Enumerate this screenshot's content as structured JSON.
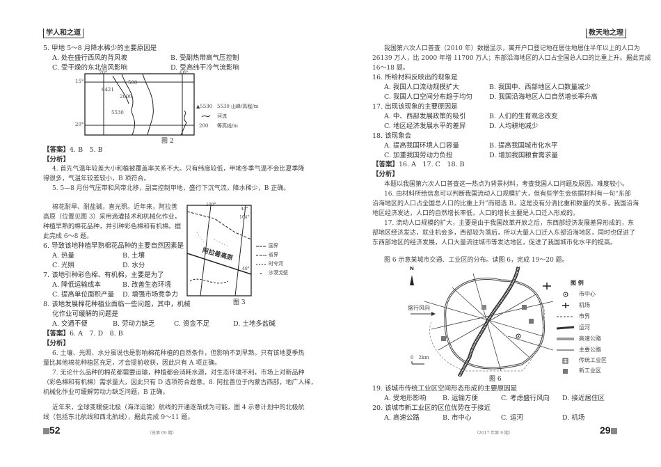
{
  "left": {
    "header": "学人和之道",
    "q5": {
      "stem": "5. 甲地 5～8 月降水稀少的主要原因是",
      "a": "A. 处在盛行西风的背风坡",
      "b": "B. 受副热带高气压控制",
      "c": "C. 受干燥的东北信风影响",
      "d": "D. 受高纬干冷气流影响"
    },
    "fig2": {
      "caption": "图 2",
      "lon1": "70°",
      "lon2": "60°",
      "lat1": "15°",
      "lat2": "20°",
      "peak1": "6421",
      "peak2": "5530",
      "c1": "500",
      "c2": "2000",
      "c3": "200",
      "legend": [
        "5530 山峰/高程/m",
        "河流",
        "等高线/m"
      ],
      "legend_peak": "▲5530",
      "legend_c": "200"
    },
    "ans1": {
      "label": "【答案】",
      "text": "4. B　5. B"
    },
    "ana1": {
      "label": "【分析】",
      "lines": [
        "4. 首先气温年较差大小和植被覆盖率关系不大。只有纬度较低，甲地冬季气温不会比夏季降",
        "得很多，气温年较差较小，B 项符合。",
        "5. 5—8 月份气压带和风带北移，副高控制甲地，盛行下沉气流，降水稀少，B 正确。"
      ]
    },
    "passage2": [
      "棉花耐旱、耐盐碱，喜光照。近年来，阿拉善",
      "高原（位置见图 3）采用滴灌技术和机械化作业，",
      "种植早熟的棉花品种，并引种彩色棉和有机棉。据",
      "此完成 6～8 题。"
    ],
    "fig3": {
      "caption": "图 3",
      "lon1": "100°",
      "lon2": "104°",
      "lat1": "44°",
      "lat2": "40°",
      "region": "阿拉善高原",
      "legend": [
        "国界",
        "省界",
        "时令河",
        "沙漠戈壁"
      ]
    },
    "q6": {
      "stem": "6. 导致该地种植早熟棉花品种的主要自然因素是",
      "a": "A. 热量",
      "b": "B. 土壤",
      "c": "C. 光照",
      "d": "D. 水分"
    },
    "q7": {
      "stem": "7. 该地引种彩色棉、有机棉，主要是为了",
      "a": "A. 降低运输成本",
      "b": "B. 改善生态环境",
      "c": "C. 提高单位面积产量",
      "d": "D. 增强市场竞争力"
    },
    "q8": {
      "stem1": "8. 该地发展棉花种植业面临一些问题，其中，机械",
      "stem2": "化作业可缓解的问题是",
      "a": "A. 交通不便",
      "b": "B. 劳动力缺乏",
      "c": "C. 资金不足",
      "d": "D. 土地多盐碱"
    },
    "ans2": {
      "label": "【答案】",
      "text": "6. A　7. D　8. B"
    },
    "ana2": {
      "label": "【分析】",
      "lines": [
        "6. 土壤、光照、水分虽说也是影响棉花种植的自然条件，但影响不到早熟。只有该地夏季热",
        "量比其他棉花种植区充足，才会提前收获，因此只有 A 项正确。",
        "7. 无论什么品种的棉花都需要运输，种植都会消耗水源，对生态环境不利，市场上对新品种",
        "（彩色棉和有机棉）需求量大，因此只有 D 选项符合题意。8. 阿拉善位于内蒙古西部，地广人稀，",
        "机械化作业可缓解劳动力缺乏问题，B 正确。"
      ]
    },
    "passage3": [
      "近年来，全球变暖使北极（海洋运输）航线的开通逐渐成为可能。图 4 示意计划中的北极航",
      "线（包括东北航线和西北航线），据此完成 9～11 题。"
    ],
    "page_number": "52",
    "footer": "（总第 09 期）"
  },
  "right": {
    "header": "教天地之理",
    "intro": [
      "我国第六次人口普查（2010 年）数据显示，离开户口登记地在居住地居住半年以上的人口为",
      "26139 万人，比 2000 年增 11700 万人；东部沿海地区的人口占全国总人口的比重上升。据此完成",
      "16～18 题。"
    ],
    "q16": {
      "stem": "16. 所给材料反映出的现象是",
      "a": "A. 我国人口流动规模扩大",
      "b": "B. 我国中、西部地区人口数量减少",
      "c": "C. 我国人口空间分布趋于均匀",
      "d": "D. 我国沿海地区人口自然增长率升高"
    },
    "q17": {
      "stem": "17. 出现该现象的主要原因是",
      "a": "A. 中、西部发展政策的吸引",
      "b": "B. 人们的生育观念改变",
      "c": "C. 地区经济发展水平的差异",
      "d": "D. 人均耕地减少"
    },
    "q18": {
      "stem": "18. 该现象会",
      "a": "A. 提高我国环境人口容量",
      "b": "B. 提高我国城市化水平",
      "c": "C. 加重我国劳动力负担",
      "d": "D. 增加我国粮食需求量"
    },
    "ans": {
      "label": "【答案】",
      "text": "16. A　17. C　18. B"
    },
    "ana": {
      "label": "【分析】",
      "lines": [
        "本题以我国第六次人口普查这一热点为背景材料，考查我国人口问题及原因。难度较小。",
        "16. 由材料所给信息可以判断我国流动人口规模扩大，但有些学生会依据材料有一句“东部",
        "沿海地区的人口占全国总人口的比重上升”而错选 B，这是没有分清比重和数量的关系，我国沿海",
        "地区经济发达，人口的自然增长率低，人口的增长主要是人口迁入形成的。",
        "17. 流动人口规模的扩大，主要是由于我国改革开放之后，东西部经济发展差异形成的，东",
        "部地区经济发达，就业机会多，西部较为落后，所以大量人口迁入东部沿海地区，同时也促进了",
        "东西部地区的经济发展，人口大量流往城市等发达地区，促进了我国城市化水平的提高。"
      ]
    },
    "fig6_intro": "图 6 示意某城市交通、工业区的分布。读图 6，完成 19～20 题。",
    "fig6": {
      "caption": "图 6",
      "north": "N",
      "wind": "盛行风向",
      "scale": "0　2km",
      "legend_title": "图 例",
      "legend": [
        "市中心",
        "机场",
        "市界",
        "运河",
        "高速公路",
        "主要公路",
        "传统工业区",
        "新工业区"
      ]
    },
    "q19": {
      "stem": "19. 该城市传统工业区空间形态形成的主要原因是",
      "a": "A. 受地形影响",
      "b": "B. 运输方便",
      "c": "C. 考虑盛行风向",
      "d": "D. 接近居住区"
    },
    "q20": {
      "stem": "20. 该城市新工业区的区位优势在于接近",
      "a": "A. 高速公路",
      "b": "B. 市中心",
      "c": "C. 运河",
      "d": "D. 机场"
    },
    "page_number": "29",
    "footer": "（2017 年第 9 期）"
  }
}
